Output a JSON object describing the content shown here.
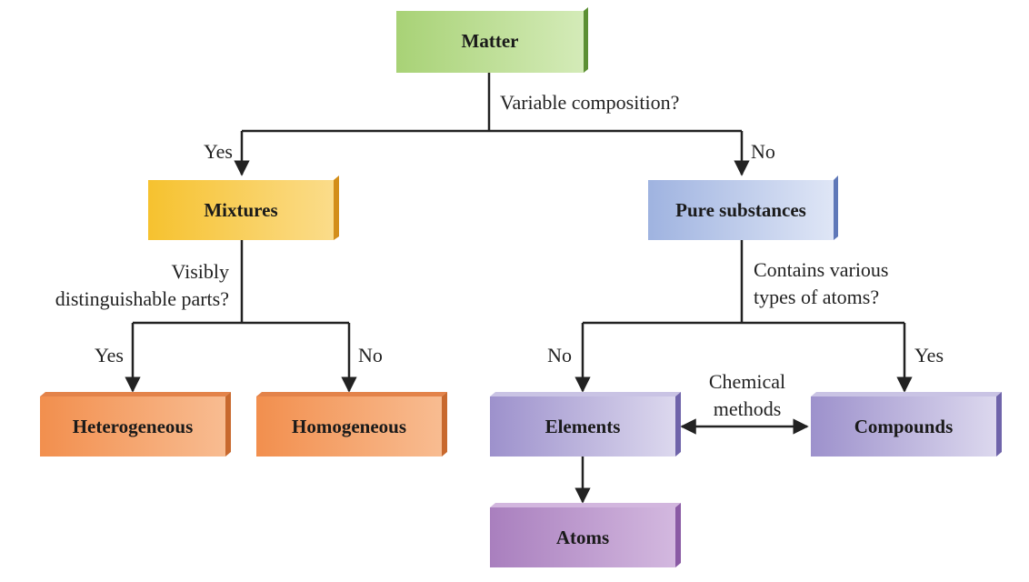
{
  "colors": {
    "matter": "#b4d986",
    "mixtures": "#f7c63c",
    "pure": "#a9bbe3",
    "orange": "#f39a5d",
    "purple": "#a79bd1",
    "atoms": "#b58bc5",
    "line": "#222222"
  },
  "nodes": {
    "matter": "Matter",
    "mixtures": "Mixtures",
    "pure": "Pure substances",
    "heterogeneous": "Heterogeneous",
    "homogeneous": "Homogeneous",
    "elements": "Elements",
    "compounds": "Compounds",
    "atoms": "Atoms"
  },
  "questions": {
    "variable": "Variable composition?",
    "visible_line1": "Visibly",
    "visible_line2": "distinguishable parts?",
    "contains_line1": "Contains various",
    "contains_line2": "types of atoms?",
    "chemical_line1": "Chemical",
    "chemical_line2": "methods"
  },
  "answers": {
    "mixtures": "Yes",
    "pure": "No",
    "heterogeneous": "Yes",
    "homogeneous": "No",
    "elements": "No",
    "compounds": "Yes"
  }
}
